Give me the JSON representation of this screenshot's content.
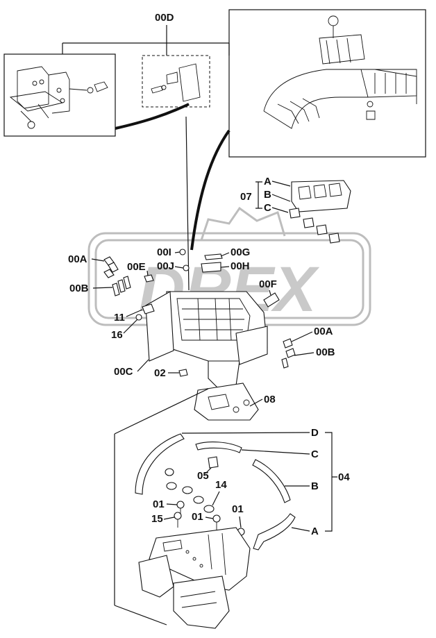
{
  "labels": {
    "l00D": "00D",
    "l07": "07",
    "lA_top": "A",
    "lB_top": "B",
    "lC_top": "C",
    "l00I": "00I",
    "l00G": "00G",
    "l00J": "00J",
    "l00H": "00H",
    "l00A_left": "00A",
    "l00E": "00E",
    "l00B_left": "00B",
    "l00F": "00F",
    "l11": "11",
    "l16": "16",
    "l00A_right": "00A",
    "l00B_right": "00B",
    "l00C": "00C",
    "l02": "02",
    "l08": "08",
    "lD_bot": "D",
    "lC_bot": "C",
    "l04": "04",
    "lB_bot": "B",
    "lA_bot": "A",
    "l05": "05",
    "l14": "14",
    "l01_a": "01",
    "l01_b": "01",
    "l01_c": "01",
    "l15": "15"
  },
  "watermark": {
    "text": "DREX"
  }
}
